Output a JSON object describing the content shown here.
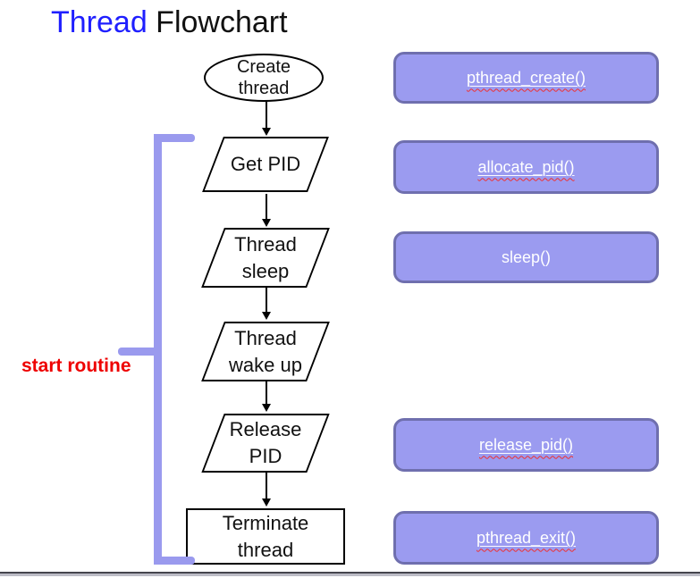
{
  "title": {
    "highlight": "Thread",
    "rest": " Flowchart"
  },
  "flowchart": {
    "nodes": [
      {
        "shape": "ellipse",
        "line1": "Create",
        "line2": "thread"
      },
      {
        "shape": "parallelogram",
        "line1": "Get PID",
        "line2": ""
      },
      {
        "shape": "parallelogram",
        "line1": "Thread",
        "line2": "sleep"
      },
      {
        "shape": "parallelogram",
        "line1": "Thread",
        "line2": "wake up"
      },
      {
        "shape": "parallelogram",
        "line1": "Release",
        "line2": "PID"
      },
      {
        "shape": "rectangle",
        "line1": "Terminate",
        "line2": "thread"
      }
    ],
    "bracket_label": "start routine"
  },
  "api": {
    "boxes": [
      {
        "label": "pthread_create()",
        "spell": "spell-error"
      },
      {
        "label": "allocate_pid()",
        "spell": "spell-error"
      },
      {
        "label": "sleep()",
        "spell": "plain"
      },
      {
        "label": "release_pid()",
        "spell": "spell-error"
      },
      {
        "label": "pthread_exit()",
        "spell": "spell-error"
      }
    ]
  },
  "colors": {
    "title_blue": "#1f1fff",
    "label_red": "#ee0000",
    "api_box_fill": "#9b9bf0",
    "api_box_border": "#6f6fae",
    "bracket": "#9a9aee",
    "shape_stroke": "#000000"
  }
}
